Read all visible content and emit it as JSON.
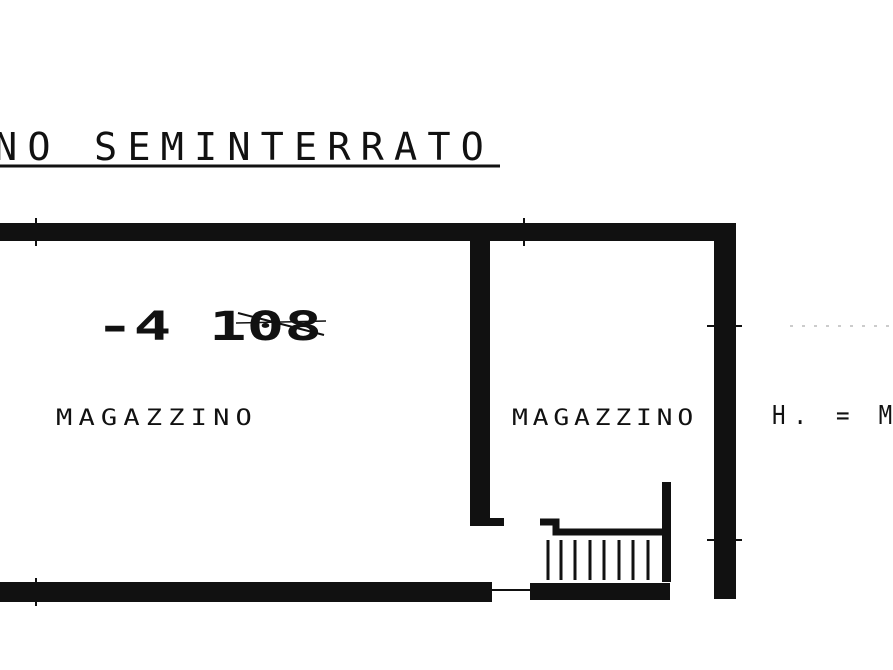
{
  "title": "NO SEMINTERRATO",
  "rooms": [
    {
      "label": "MAGAZZINO"
    },
    {
      "label": "MAGAZZINO"
    }
  ],
  "elevation_note": "-4 108",
  "height_note": "H. = M",
  "colors": {
    "ink": "#111111",
    "paper": "#ffffff"
  }
}
